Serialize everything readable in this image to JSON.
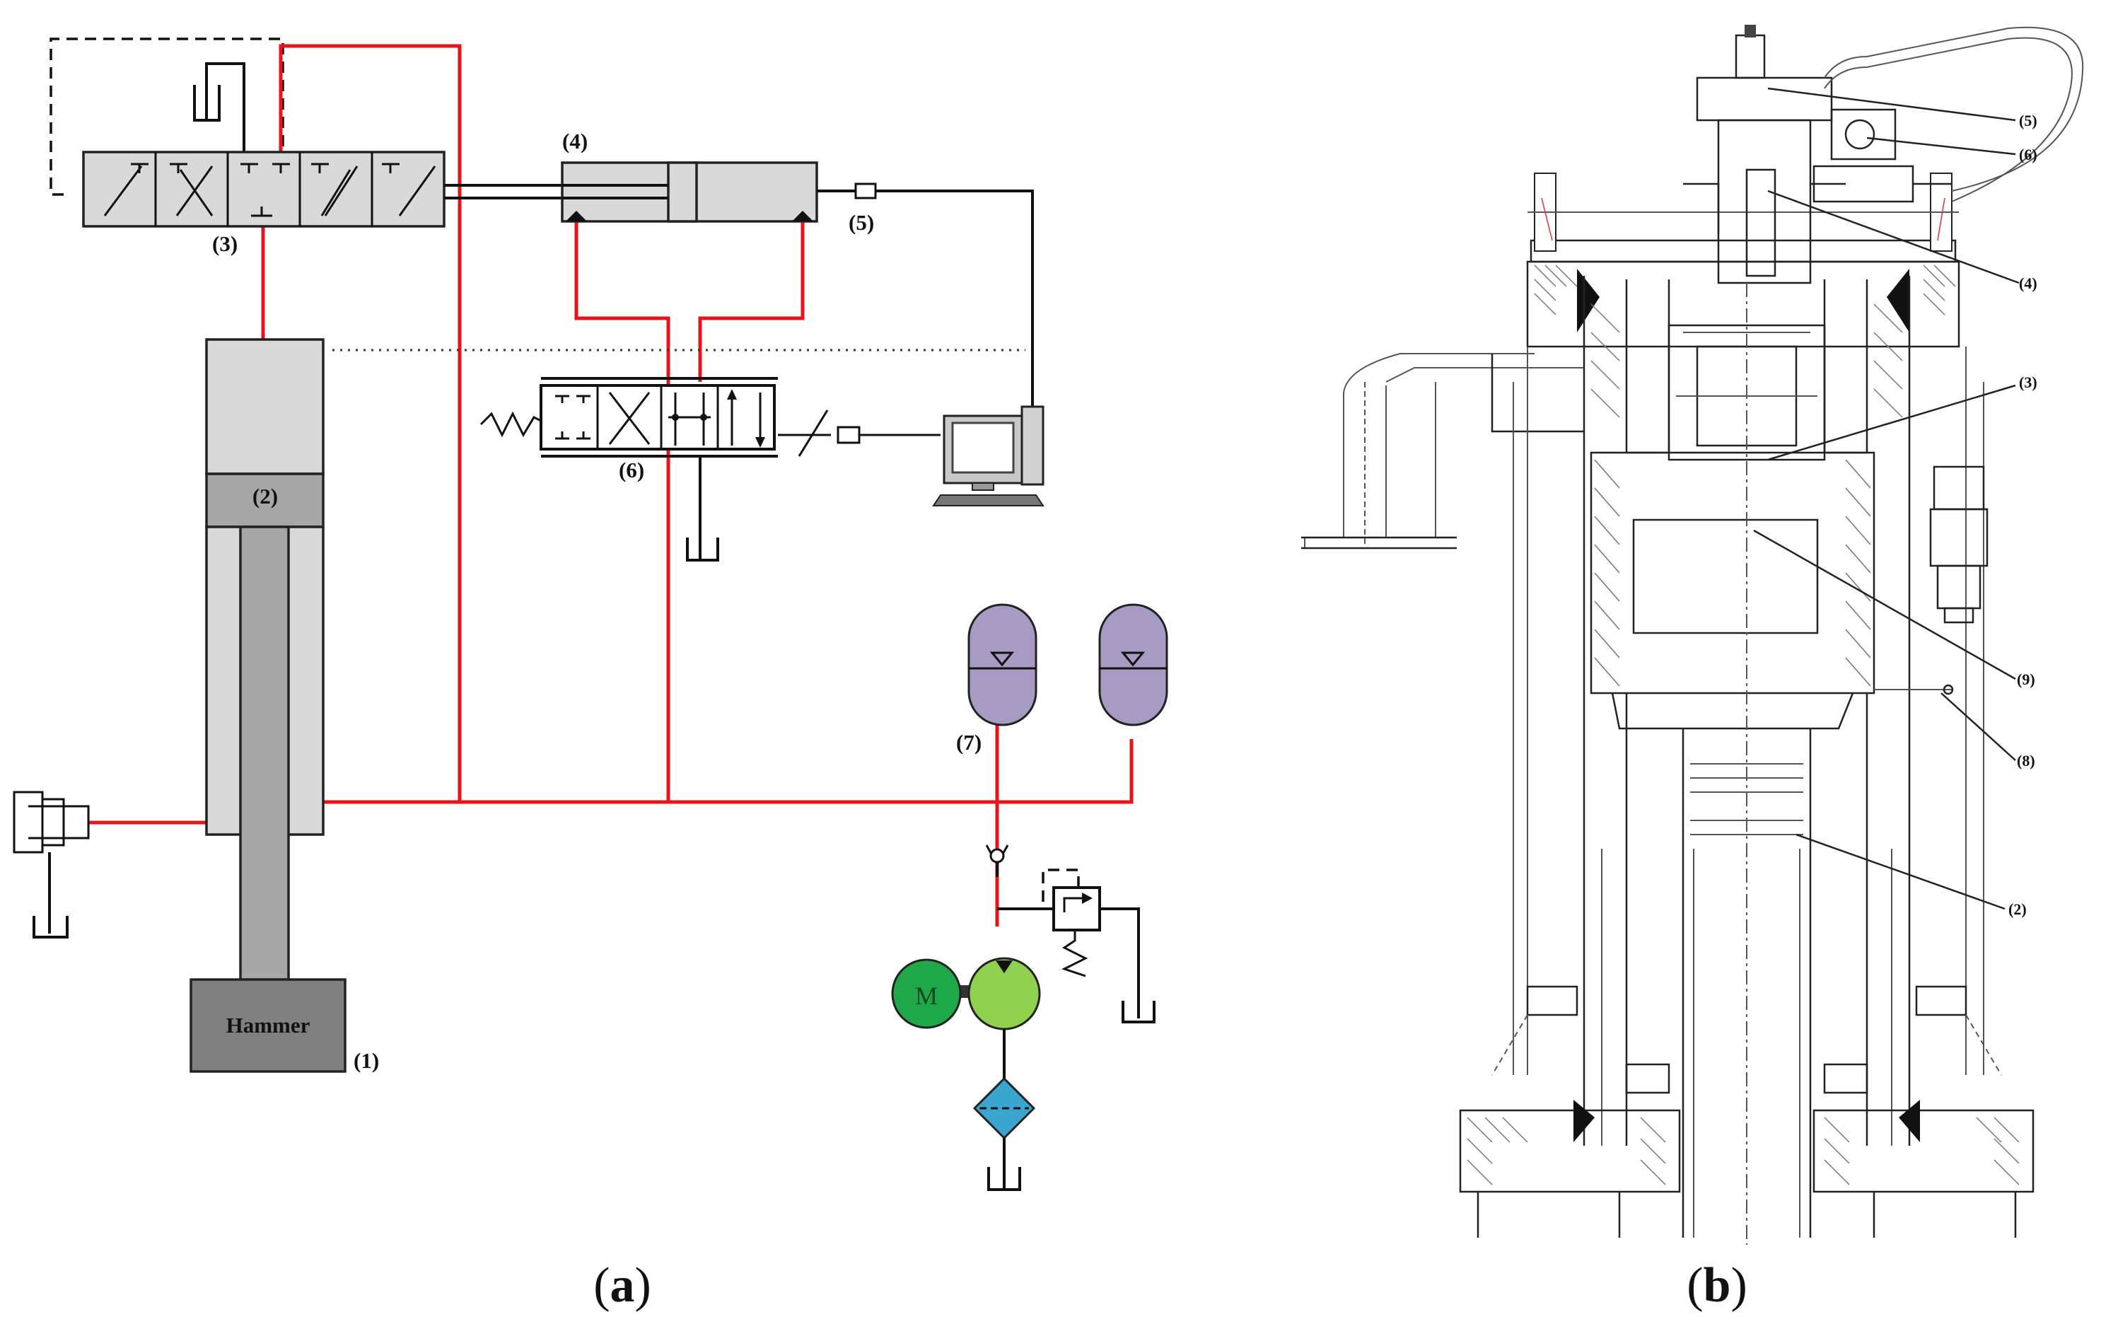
{
  "panel_a": {
    "caption_letter": "a",
    "hammer_label": "Hammer",
    "labels": {
      "hammer_number": "(1)",
      "cylinder": "(2)",
      "main_valve": "(3)",
      "servo_cylinder": "(4)",
      "sensor": "(5)",
      "servo_valve": "(6)",
      "accumulator": "(7)"
    },
    "motor_label": "M"
  },
  "panel_b": {
    "caption_letter": "b",
    "labels": {
      "l5": "(5)",
      "l6": "(6)",
      "l4": "(4)",
      "l3": "(3)",
      "l9": "(9)",
      "l8": "(8)",
      "l2": "(2)"
    }
  },
  "colors": {
    "hydraulic_line": "#e8141c",
    "accumulator": "#a79bc4",
    "motor": "#1fa84a",
    "pump": "#8fd14f",
    "filter": "#3aa6d0"
  }
}
